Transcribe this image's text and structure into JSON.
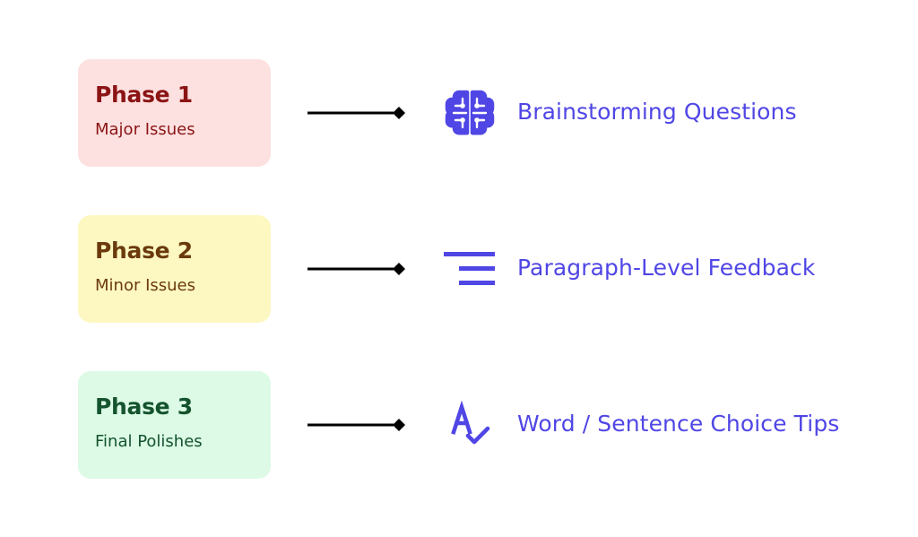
{
  "colors": {
    "accent": "#5046e5",
    "connector": "#000000"
  },
  "phases": [
    {
      "title": "Phase 1",
      "subtitle": "Major Issues",
      "bg_color": "#fde1e1",
      "text_color": "#8b1414",
      "feature_label": "Brainstorming Questions",
      "icon": "brain-icon"
    },
    {
      "title": "Phase 2",
      "subtitle": "Minor Issues",
      "bg_color": "#fdf8c2",
      "text_color": "#6b3a0c",
      "feature_label": "Paragraph-Level Feedback",
      "icon": "paragraph-lines-icon"
    },
    {
      "title": "Phase 3",
      "subtitle": "Final Polishes",
      "bg_color": "#dcfae6",
      "text_color": "#14532d",
      "feature_label": "Word / Sentence Choice Tips",
      "icon": "spellcheck-icon"
    }
  ]
}
